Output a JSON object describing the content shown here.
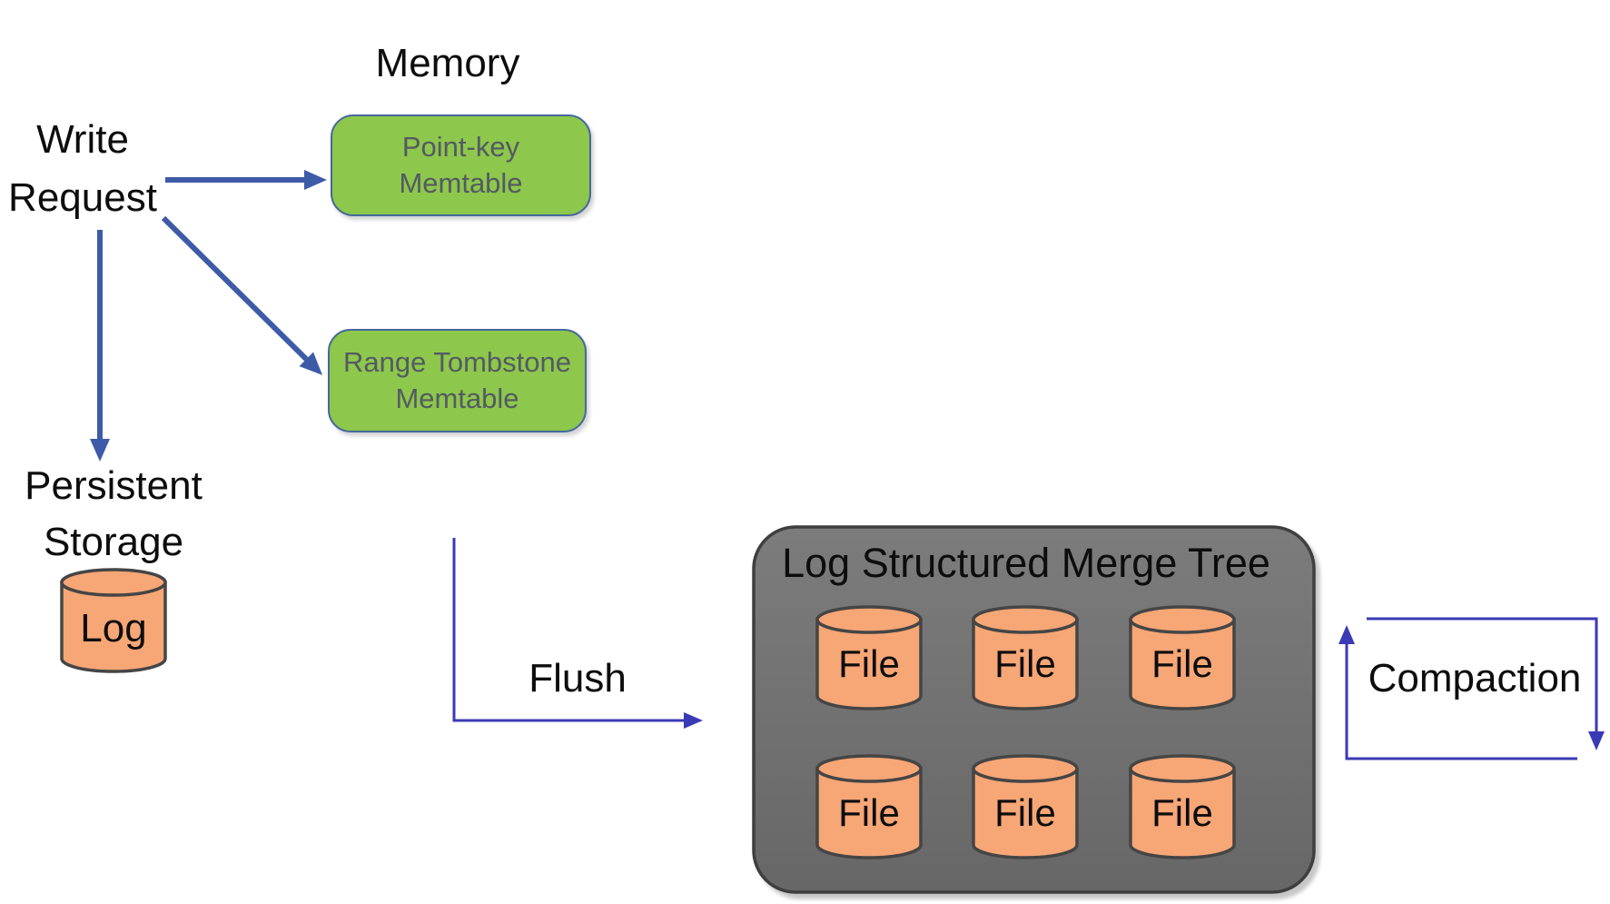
{
  "diagram": {
    "memory_label": "Memory",
    "write_request_label": "Write\nRequest",
    "persistent_storage_label": "Persistent\nStorage",
    "log_label": "Log",
    "flush_label": "Flush",
    "compaction_label": "Compaction",
    "memtables": [
      {
        "label": "Point-key\nMemtable"
      },
      {
        "label": "Range Tombstone\nMemtable"
      }
    ],
    "lsm": {
      "title": "Log Structured Merge Tree",
      "files": [
        "File",
        "File",
        "File",
        "File",
        "File",
        "File"
      ]
    },
    "colors": {
      "memtable_fill": "#8DC74B",
      "memtable_border": "#44689D",
      "memtable_text": "#545A64",
      "cylinder_fill": "#F7A676",
      "cylinder_border": "#454545",
      "lsm_box_fill_top": "#7C7C7C",
      "lsm_box_fill_bottom": "#676767",
      "lsm_box_border": "#3F3F3F",
      "write_arrow": "#3E5BA7",
      "cycle_arrow": "#3A3AB5",
      "text": "#0D0D0D"
    }
  }
}
